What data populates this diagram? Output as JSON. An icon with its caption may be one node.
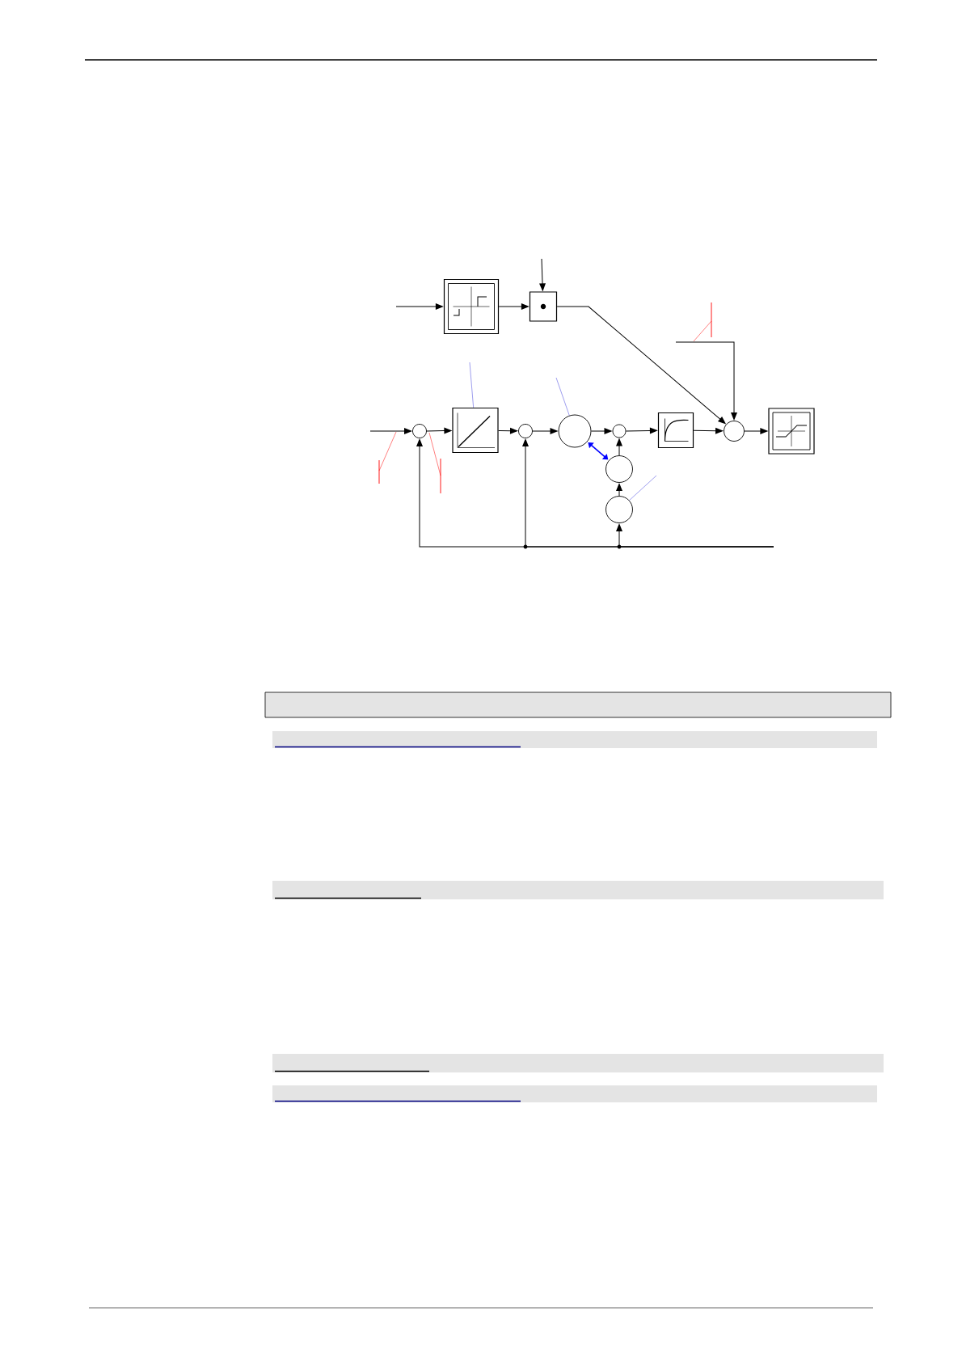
{
  "diagram": {
    "nodes": [
      {
        "text": [],
        "shape": "box"
      },
      {
        "text": [],
        "shape": "box"
      },
      {
        "text": [],
        "shape": "circle"
      },
      {
        "text": [],
        "shape": "box"
      },
      {
        "text": [],
        "shape": "circle"
      },
      {
        "text": [],
        "shape": "circle"
      },
      {
        "text": [],
        "shape": "circle"
      },
      {
        "text": [],
        "shape": "box"
      },
      {
        "text": [],
        "shape": "circle"
      },
      {
        "text": [],
        "shape": "box"
      },
      {
        "text": [],
        "shape": "circle"
      },
      {
        "text": [],
        "shape": "circle"
      },
      {
        "text": [],
        "shape": "bar"
      }
    ],
    "edges": [
      {
        "from": null,
        "to": 0,
        "arrow": "to"
      },
      {
        "from": 0,
        "to": 1,
        "arrow": "to"
      },
      {
        "from": null,
        "to": 1,
        "arrow": "to"
      },
      {
        "from": 1,
        "to": 8,
        "arrow": "to"
      },
      {
        "from": null,
        "to": 8,
        "arrow": "to"
      },
      {
        "from": null,
        "to": 2,
        "arrow": "to"
      },
      {
        "from": 2,
        "to": 3,
        "arrow": "to"
      },
      {
        "from": 3,
        "to": 4,
        "arrow": "to"
      },
      {
        "from": 4,
        "to": 5,
        "arrow": "to"
      },
      {
        "from": 5,
        "to": 6,
        "arrow": "to"
      },
      {
        "from": 6,
        "to": 7,
        "arrow": "to"
      },
      {
        "from": 7,
        "to": 8,
        "arrow": "to"
      },
      {
        "from": 8,
        "to": 9,
        "arrow": "to"
      },
      {
        "from": 10,
        "to": 6,
        "arrow": "to"
      },
      {
        "from": 11,
        "to": 10,
        "arrow": "to"
      },
      {
        "from": null,
        "to": 2,
        "arrow": "to"
      },
      {
        "from": null,
        "to": 4,
        "arrow": "to"
      },
      {
        "from": null,
        "to": 11,
        "arrow": "to"
      },
      {
        "from": 5,
        "to": 10,
        "arrow": "both",
        "color": "#0000ff"
      },
      {
        "from": null,
        "to": 3,
        "arrow": "none",
        "color": "#3c3cdc"
      },
      {
        "from": null,
        "to": 5,
        "arrow": "none",
        "color": "#3c3cdc"
      },
      {
        "from": null,
        "to": 11,
        "arrow": "none",
        "color": "#3c3cdc"
      }
    ]
  }
}
